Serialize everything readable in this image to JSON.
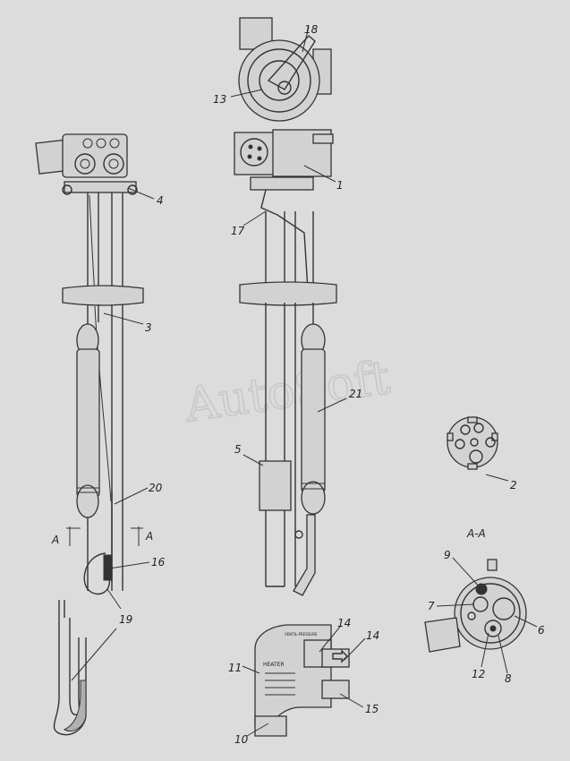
{
  "watermark": "AutoSoft",
  "callouts": {
    "c1": "1",
    "c2": "2",
    "c3": "3",
    "c4": "4",
    "c5": "5",
    "c6": "6",
    "c7": "7",
    "c8": "8",
    "c9": "9",
    "c10": "10",
    "c11": "11",
    "c12": "12",
    "c13": "13",
    "c14a": "14",
    "c14b": "14",
    "c15": "15",
    "c16": "16",
    "c17": "17",
    "c18": "18",
    "c19": "19",
    "c20": "20",
    "c21": "21"
  },
  "section": {
    "title": "A-A",
    "mark_left": "A",
    "mark_right": "A"
  },
  "module_label": {
    "heater": "HEATER",
    "top_text": "VENTIL-PRESSURE"
  }
}
